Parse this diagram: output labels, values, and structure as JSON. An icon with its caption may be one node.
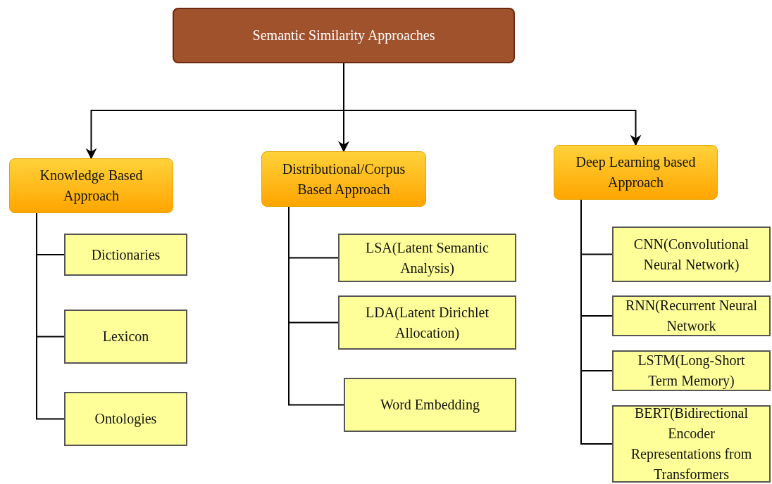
{
  "diagram": {
    "nodes": [
      {
        "text": [
          "Semantic Similarity Approaches"
        ]
      },
      {
        "text": [
          "Knowledge Based Approach"
        ]
      },
      {
        "text": [
          "Distributional/Corpus Based Approach"
        ]
      },
      {
        "text": [
          "Deep Learning based Approach"
        ]
      },
      {
        "text": [
          "Dictionaries"
        ]
      },
      {
        "text": [
          "Lexicon"
        ]
      },
      {
        "text": [
          "Ontologies"
        ]
      },
      {
        "text": [
          "LSA(Latent Semantic Analysis)"
        ]
      },
      {
        "text": [
          "LDA(Latent Dirichlet Allocation)"
        ]
      },
      {
        "text": [
          "Word Embedding"
        ]
      },
      {
        "text": [
          "CNN(Convolutional Neural Network)"
        ]
      },
      {
        "text": [
          "RNN(Recurrent Neural Network"
        ]
      },
      {
        "text": [
          "LSTM(Long-Short Term Memory)"
        ]
      },
      {
        "text": [
          "BERT(Bidirectional Encoder Representations from Transformers"
        ]
      }
    ],
    "edges": [
      {
        "from": 0,
        "to": 1,
        "arrow": "to"
      },
      {
        "from": 0,
        "to": 2,
        "arrow": "to"
      },
      {
        "from": 0,
        "to": 3,
        "arrow": "to"
      },
      {
        "from": 1,
        "to": 4,
        "arrow": "none"
      },
      {
        "from": 1,
        "to": 5,
        "arrow": "none"
      },
      {
        "from": 1,
        "to": 6,
        "arrow": "none"
      },
      {
        "from": 2,
        "to": 7,
        "arrow": "none"
      },
      {
        "from": 2,
        "to": 8,
        "arrow": "none"
      },
      {
        "from": 2,
        "to": 9,
        "arrow": "none"
      },
      {
        "from": 3,
        "to": 10,
        "arrow": "none"
      },
      {
        "from": 3,
        "to": 11,
        "arrow": "none"
      },
      {
        "from": 3,
        "to": 12,
        "arrow": "none"
      },
      {
        "from": 3,
        "to": 13,
        "arrow": "none"
      }
    ]
  }
}
